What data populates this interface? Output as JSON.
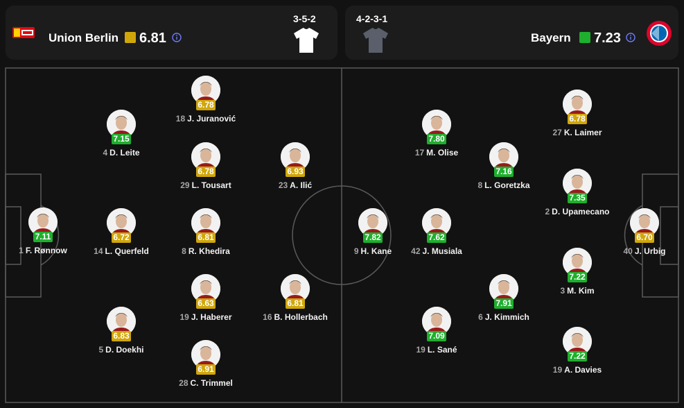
{
  "home": {
    "name": "Union Berlin",
    "rating": "6.81",
    "rating_color": "#d0a70b",
    "formation": "3-5-2",
    "logo_icon": "union-berlin-crest-icon",
    "kit_color": "#ffffff"
  },
  "away": {
    "name": "Bayern",
    "rating": "7.23",
    "rating_color": "#1faf2e",
    "formation": "4-2-3-1",
    "logo_icon": "bayern-munich-crest-icon",
    "kit_color": "#5a5f6b"
  },
  "colors": {
    "yellow": "#d0a70b",
    "green": "#1faf2e",
    "pitch_line": "#5a5a5a"
  },
  "home_players": [
    {
      "num": "1",
      "name": "F. Rønnow",
      "rating": "7.11",
      "color": "green"
    },
    {
      "num": "4",
      "name": "D. Leite",
      "rating": "7.15",
      "color": "green"
    },
    {
      "num": "14",
      "name": "L. Querfeld",
      "rating": "6.72",
      "color": "yellow"
    },
    {
      "num": "5",
      "name": "D. Doekhi",
      "rating": "6.83",
      "color": "yellow"
    },
    {
      "num": "18",
      "name": "J. Juranović",
      "rating": "6.78",
      "color": "yellow"
    },
    {
      "num": "29",
      "name": "L. Tousart",
      "rating": "6.78",
      "color": "yellow"
    },
    {
      "num": "8",
      "name": "R. Khedira",
      "rating": "6.81",
      "color": "yellow"
    },
    {
      "num": "19",
      "name": "J. Haberer",
      "rating": "6.63",
      "color": "yellow"
    },
    {
      "num": "28",
      "name": "C. Trimmel",
      "rating": "6.91",
      "color": "yellow"
    },
    {
      "num": "23",
      "name": "A. Ilić",
      "rating": "6.93",
      "color": "yellow"
    },
    {
      "num": "16",
      "name": "B. Hollerbach",
      "rating": "6.81",
      "color": "yellow"
    }
  ],
  "away_players": [
    {
      "num": "9",
      "name": "H. Kane",
      "rating": "7.82",
      "color": "green"
    },
    {
      "num": "17",
      "name": "M. Olise",
      "rating": "7.80",
      "color": "green"
    },
    {
      "num": "42",
      "name": "J. Musiala",
      "rating": "7.62",
      "color": "green"
    },
    {
      "num": "19",
      "name": "L. Sané",
      "rating": "7.09",
      "color": "green"
    },
    {
      "num": "8",
      "name": "L. Goretzka",
      "rating": "7.16",
      "color": "green"
    },
    {
      "num": "6",
      "name": "J. Kimmich",
      "rating": "7.91",
      "color": "green"
    },
    {
      "num": "27",
      "name": "K. Laimer",
      "rating": "6.78",
      "color": "yellow"
    },
    {
      "num": "2",
      "name": "D. Upamecano",
      "rating": "7.35",
      "color": "green"
    },
    {
      "num": "3",
      "name": "M. Kim",
      "rating": "7.22",
      "color": "green"
    },
    {
      "num": "19",
      "name": "A. Davies",
      "rating": "7.22",
      "color": "green"
    },
    {
      "num": "40",
      "name": "J. Urbig",
      "rating": "6.70",
      "color": "yellow"
    }
  ]
}
